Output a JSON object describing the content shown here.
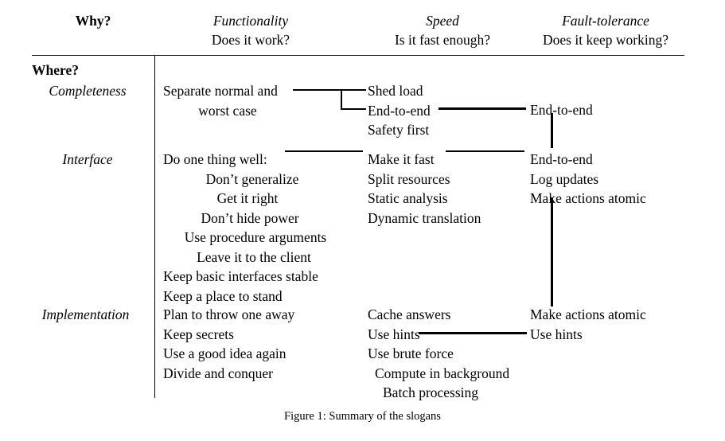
{
  "figure": {
    "caption": "Figure 1: Summary of the slogans"
  },
  "header": {
    "corner_label": "Why?",
    "columns": [
      {
        "title": "Functionality",
        "question": "Does it work?"
      },
      {
        "title": "Speed",
        "question": "Is it fast enough?"
      },
      {
        "title": "Fault-tolerance",
        "question": "Does it keep working?"
      }
    ]
  },
  "row_header_label": "Where?",
  "rows": [
    {
      "label": "Completeness",
      "functionality": [
        "Separate normal and",
        "worst case"
      ],
      "speed": [
        "Shed load",
        "End-to-end",
        "Safety first"
      ],
      "fault_tolerance": [
        "End-to-end"
      ]
    },
    {
      "label": "Interface",
      "functionality": [
        "Do one thing well:",
        "Don’t generalize",
        "Get it right",
        "Don’t hide power",
        "Use procedure arguments",
        "Leave it to the client",
        "Keep basic interfaces stable",
        "Keep a place to stand"
      ],
      "speed": [
        "Make it fast",
        "Split resources",
        "Static analysis",
        "Dynamic translation"
      ],
      "fault_tolerance": [
        "End-to-end",
        "Log updates",
        "Make actions atomic"
      ]
    },
    {
      "label": "Implementation",
      "functionality": [
        "Plan to throw one away",
        "Keep secrets",
        "Use a good idea again",
        "Divide and conquer"
      ],
      "speed": [
        "Cache answers",
        "Use hints",
        "Use brute force",
        "Compute in background",
        "Batch processing"
      ],
      "fault_tolerance": [
        "Make actions atomic",
        "Use hints"
      ]
    }
  ],
  "connectors": [
    {
      "name": "separate-normal-to-shed-load-and-end-to-end",
      "kind": "bracket",
      "weight": "thin"
    },
    {
      "name": "end-to-end-speed-to-end-to-end-fault",
      "kind": "horizontal",
      "weight": "thick"
    },
    {
      "name": "end-to-end-fault-vertical",
      "kind": "vertical",
      "weight": "thick"
    },
    {
      "name": "do-one-thing-well-to-make-it-fast",
      "kind": "horizontal",
      "weight": "thin"
    },
    {
      "name": "make-it-fast-to-end-to-end",
      "kind": "horizontal",
      "weight": "thin"
    },
    {
      "name": "make-actions-atomic-vertical",
      "kind": "vertical",
      "weight": "thick"
    },
    {
      "name": "use-hints-speed-to-use-hints-fault",
      "kind": "horizontal",
      "weight": "thick"
    }
  ],
  "colors": {
    "ink": "#000000",
    "paper": "#ffffff"
  }
}
